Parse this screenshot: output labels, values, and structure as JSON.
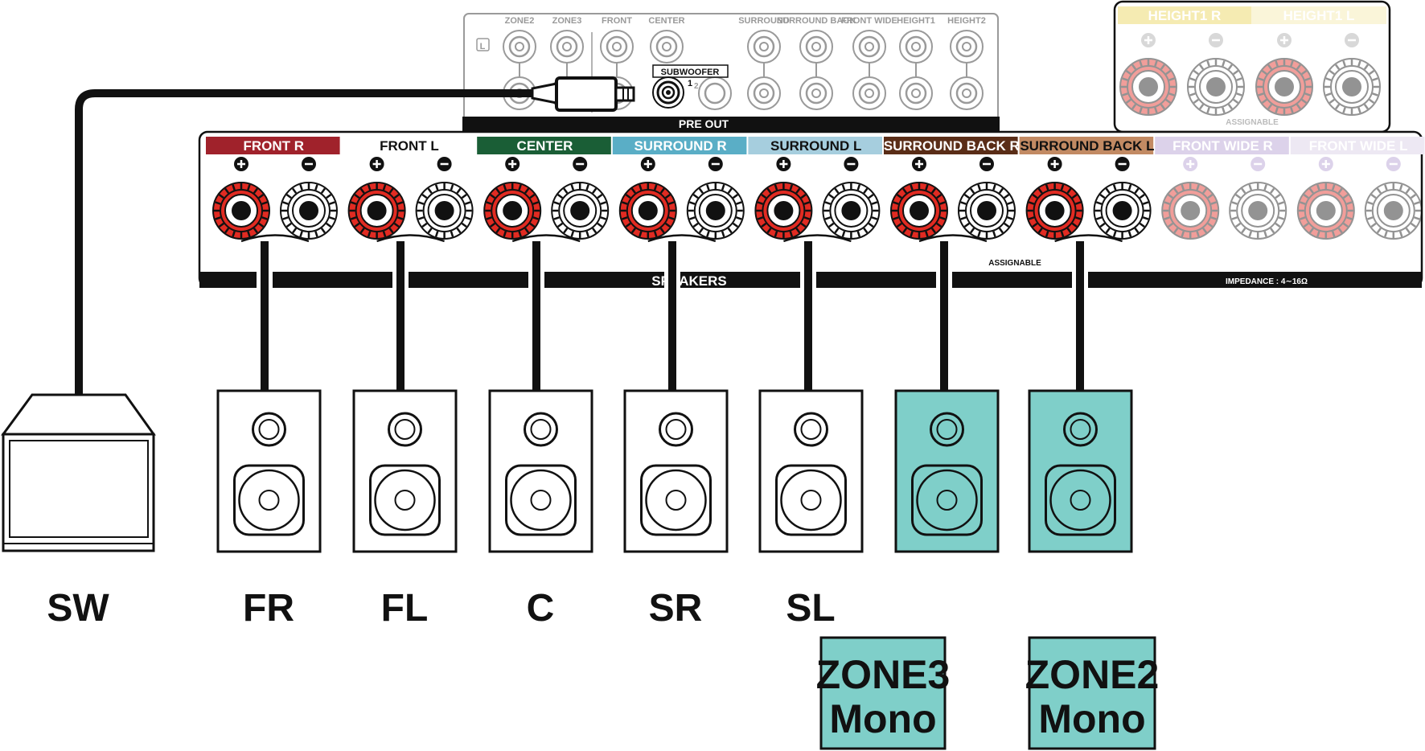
{
  "preout": {
    "top_labels": [
      "ZONE2",
      "ZONE3",
      "FRONT",
      "CENTER",
      "SURROUND",
      "SURROUND BACK",
      "FRONT WIDE",
      "HEIGHT1",
      "HEIGHT2"
    ],
    "channel_l_tag": "L",
    "subwoofer_label": "SUBWOOFER",
    "sub_num_1": "1",
    "sub_num_2": "2",
    "bar_label": "PRE OUT"
  },
  "height_panel": {
    "labels": [
      "HEIGHT1 R",
      "HEIGHT1 L"
    ],
    "plus": "+",
    "minus": "−",
    "assignable": "ASSIGNABLE"
  },
  "speakers_panel": {
    "bands": [
      "FRONT R",
      "FRONT L",
      "CENTER",
      "SURROUND R",
      "SURROUND L",
      "SURROUND BACK R",
      "SURROUND BACK L",
      "FRONT WIDE R",
      "FRONT WIDE L"
    ],
    "band_colors": [
      "#a0222b",
      "#ffffff",
      "#1a5e36",
      "#5aaec6",
      "#a6cede",
      "#5a2d17",
      "#c28a63",
      "#dcd2ea",
      "#ede8f3"
    ],
    "plus": "+",
    "minus": "−",
    "bar_label": "SPEAKERS",
    "assignable": "ASSIGNABLE",
    "impedance": "IMPEDANCE : 4∼16Ω"
  },
  "speakers": [
    "SW",
    "FR",
    "FL",
    "C",
    "SR",
    "SL"
  ],
  "zones": [
    {
      "line1": "ZONE3",
      "line2": "Mono"
    },
    {
      "line1": "ZONE2",
      "line2": "Mono"
    }
  ],
  "colors": {
    "zone_speaker_fill": "#7fcfc9",
    "zone_box_fill": "#7fcfc9",
    "terminal_positive": "#e12b22",
    "preout_outline": "#9a9a9a",
    "height_panel_bg": "#f9f6e0"
  }
}
